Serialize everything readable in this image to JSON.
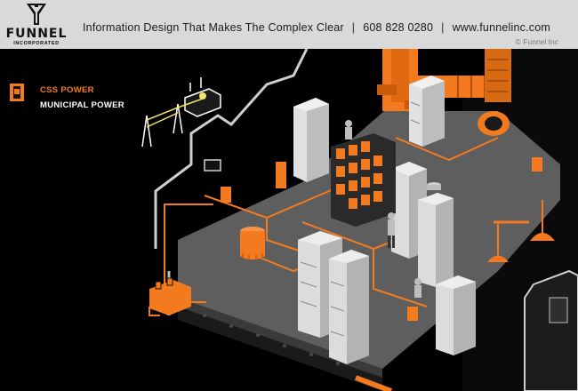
{
  "brand": {
    "name": "FUNNEL",
    "subname": "INCORPORATED",
    "logo_icon": "funnel-logo-icon"
  },
  "header": {
    "tagline": "Information Design That Makes The Complex Clear",
    "phone": "608 828 0280",
    "url": "www.funnelinc.com",
    "separator": "|",
    "copyright": "© Funnel Inc"
  },
  "legend": {
    "icon": "switch-icon",
    "items": [
      {
        "label": "CSS POWER",
        "color": "#f47a20"
      },
      {
        "label": "MUNICIPAL POWER",
        "color": "#ffffff"
      }
    ]
  },
  "colors": {
    "accent": "#f47a20",
    "header_bg": "#d9d9d9",
    "background": "#000000",
    "floor": "#5e5e5e",
    "cabinet": "#dcdcdc"
  }
}
